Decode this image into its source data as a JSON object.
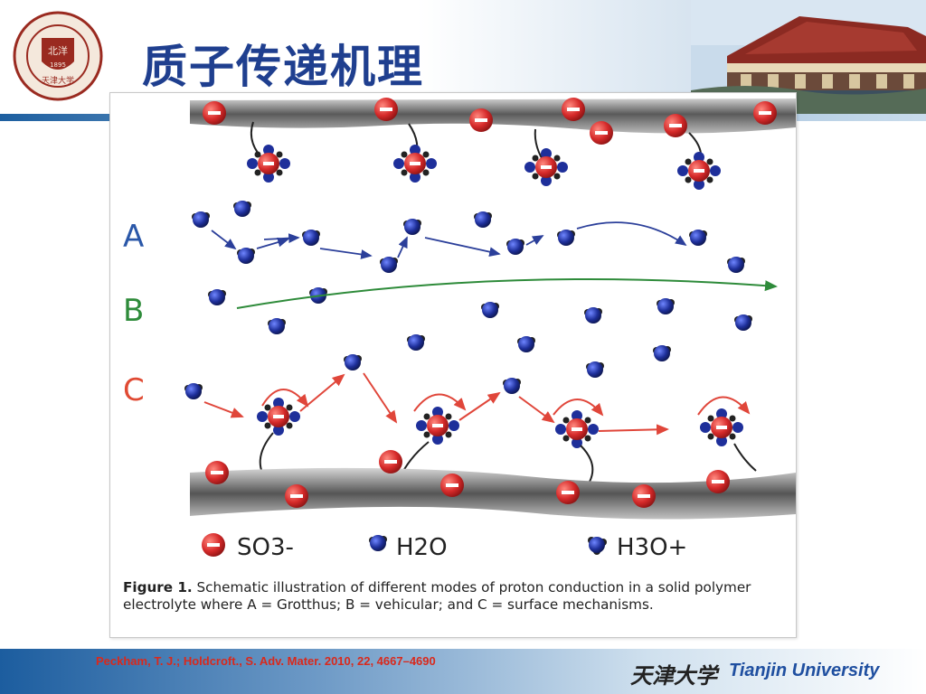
{
  "slide": {
    "title": "质子传递机理",
    "reference": "Peckham, T. J.; Holdcroft., S. Adv. Mater. 2010, 22, 4667–4690",
    "footer_cn": "天津大学",
    "footer_en": "Tianjin University",
    "logo_inner_text": "北洋",
    "logo_year": "1895",
    "logo_cn": "天津大学"
  },
  "figure": {
    "labels": {
      "A": "A",
      "B": "B",
      "C": "C"
    },
    "legend": {
      "so3": "SO3-",
      "h2o": "H2O",
      "h3o": "H3O+"
    },
    "caption_bold": "Figure 1.",
    "caption_text": "Schematic illustration of different modes of proton conduction in a solid polymer electrolyte where A = Grotthus; B = vehicular; and C = surface mechanisms."
  },
  "colors": {
    "title": "#1f3f8f",
    "label_a": "#2a57a8",
    "label_b": "#2e8b3a",
    "label_c": "#e04a33",
    "arrow_a": "#2b3f9a",
    "arrow_b": "#2e8b3a",
    "arrow_c": "#e0463a",
    "sulfonate": "#d62a2a",
    "water": "#1e2f9a",
    "reference": "#d9291c"
  }
}
